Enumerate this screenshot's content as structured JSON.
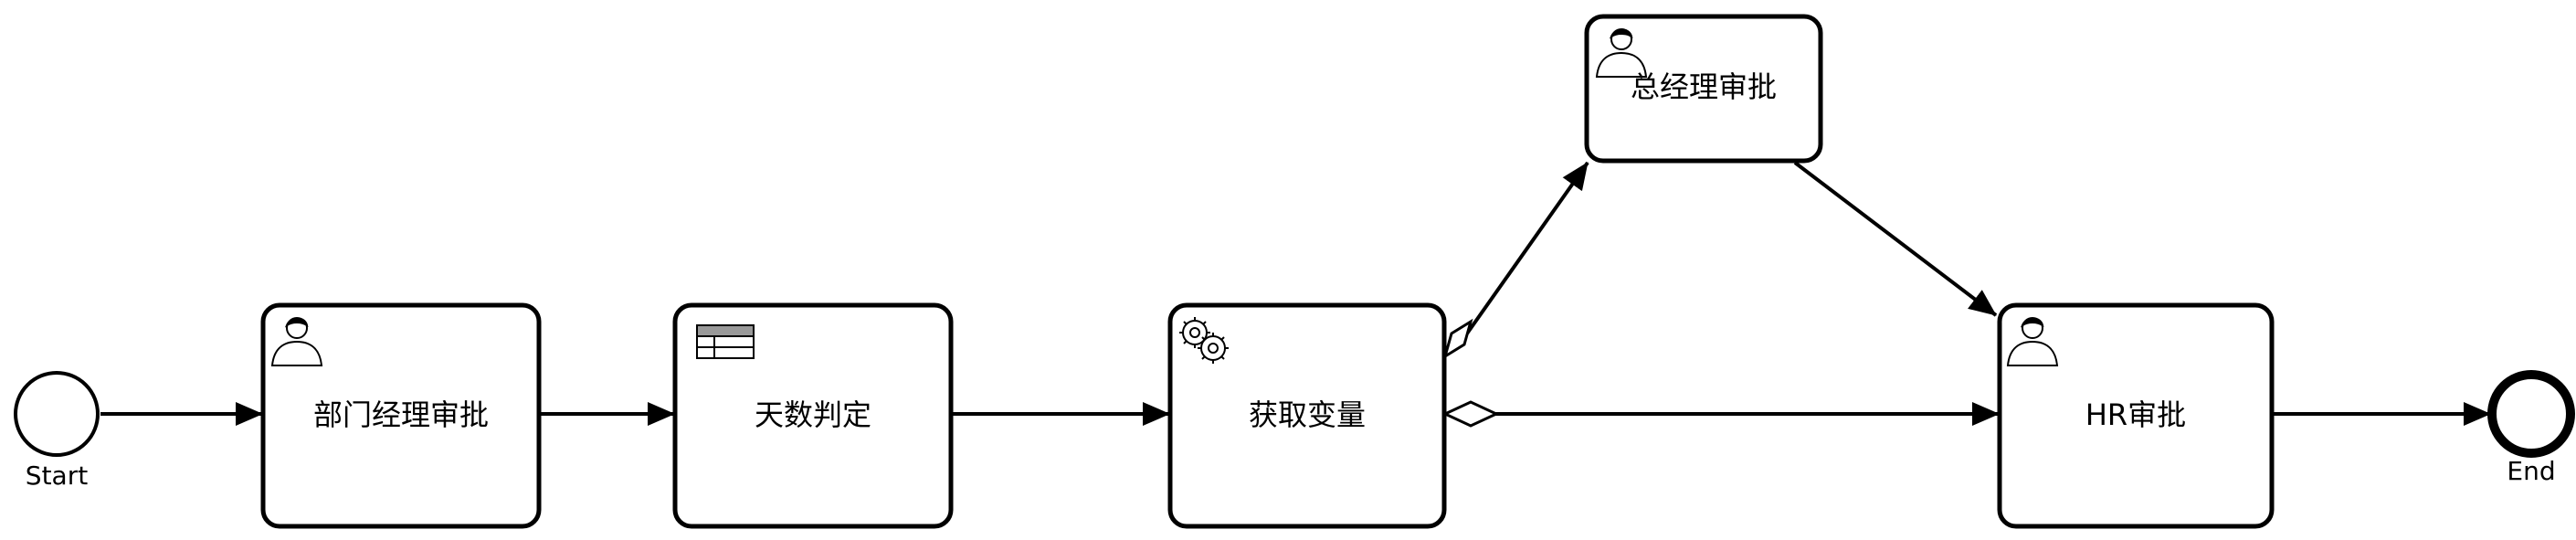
{
  "diagram": {
    "start_event": {
      "label": "Start"
    },
    "end_event": {
      "label": "End"
    },
    "tasks": {
      "dept_manager": {
        "label": "部门经理审批",
        "type": "user-task"
      },
      "days_decision": {
        "label": "天数判定",
        "type": "business-rule-task"
      },
      "get_variable": {
        "label": "获取变量",
        "type": "service-task"
      },
      "general_manager": {
        "label": "总经理审批",
        "type": "user-task"
      },
      "hr": {
        "label": "HR审批",
        "type": "user-task"
      }
    }
  }
}
